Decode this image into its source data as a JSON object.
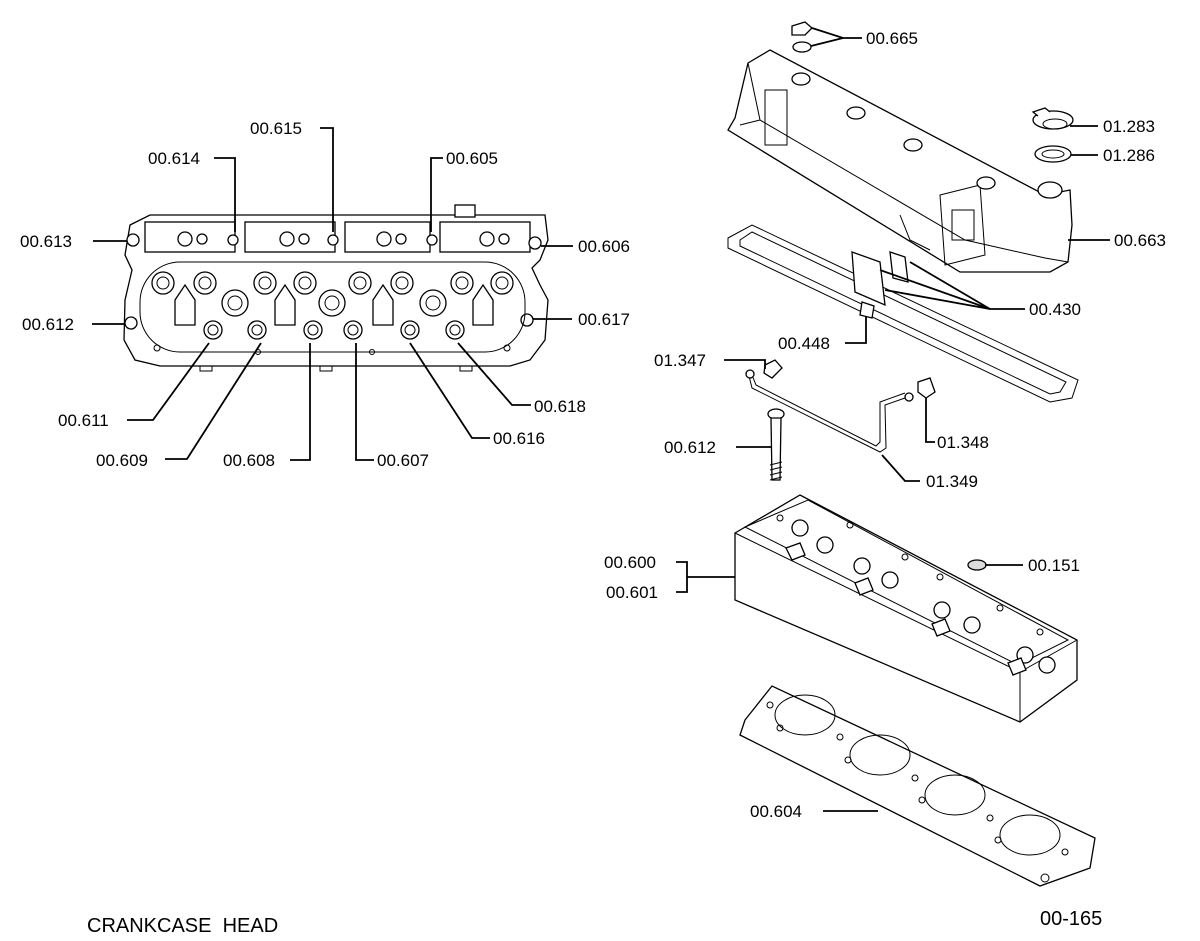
{
  "labels": {
    "p00_665": "00.665",
    "p01_283": "01.283",
    "p01_286": "01.286",
    "p00_663": "00.663",
    "p00_430": "00.430",
    "p00_448": "00.448",
    "p01_347": "01.347",
    "p01_348": "01.348",
    "p00_612_r": "00.612",
    "p01_349": "01.349",
    "p00_600": "00.600",
    "p00_601": "00.601",
    "p00_151": "00.151",
    "p00_604": "00.604",
    "p00_615": "00.615",
    "p00_614": "00.614",
    "p00_605": "00.605",
    "p00_613": "00.613",
    "p00_606": "00.606",
    "p00_612_l": "00.612",
    "p00_617": "00.617",
    "p00_611": "00.611",
    "p00_618": "00.618",
    "p00_616": "00.616",
    "p00_609": "00.609",
    "p00_608": "00.608",
    "p00_607": "00.607"
  },
  "footer": {
    "title": "CRANKCASE  HEAD",
    "page": "00-165"
  }
}
